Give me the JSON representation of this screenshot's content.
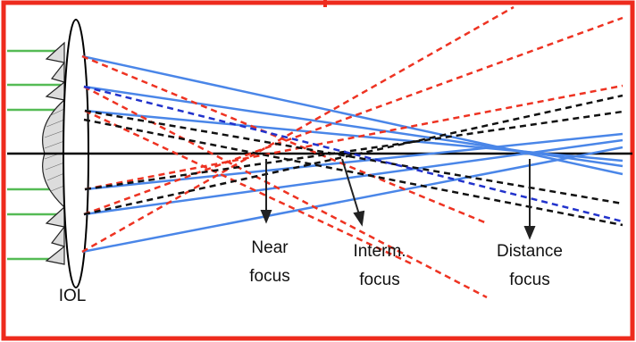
{
  "diagram": {
    "border_color": "#ee2b1d",
    "colors": {
      "blue_ray": "#4a86e8",
      "red_dashed_ray": "#ee3322",
      "black_dashed_ray": "#111111",
      "blue_dashed_ray": "#2233cc",
      "incoming_ray": "#55bb55",
      "axis": "#000000"
    },
    "lens_label": "IOL",
    "foci": [
      {
        "id": "near",
        "line1": "Near",
        "line2": "focus"
      },
      {
        "id": "interm",
        "line1": "Interm.",
        "line2": "focus"
      },
      {
        "id": "distance",
        "line1": "Distance",
        "line2": "focus"
      }
    ]
  }
}
